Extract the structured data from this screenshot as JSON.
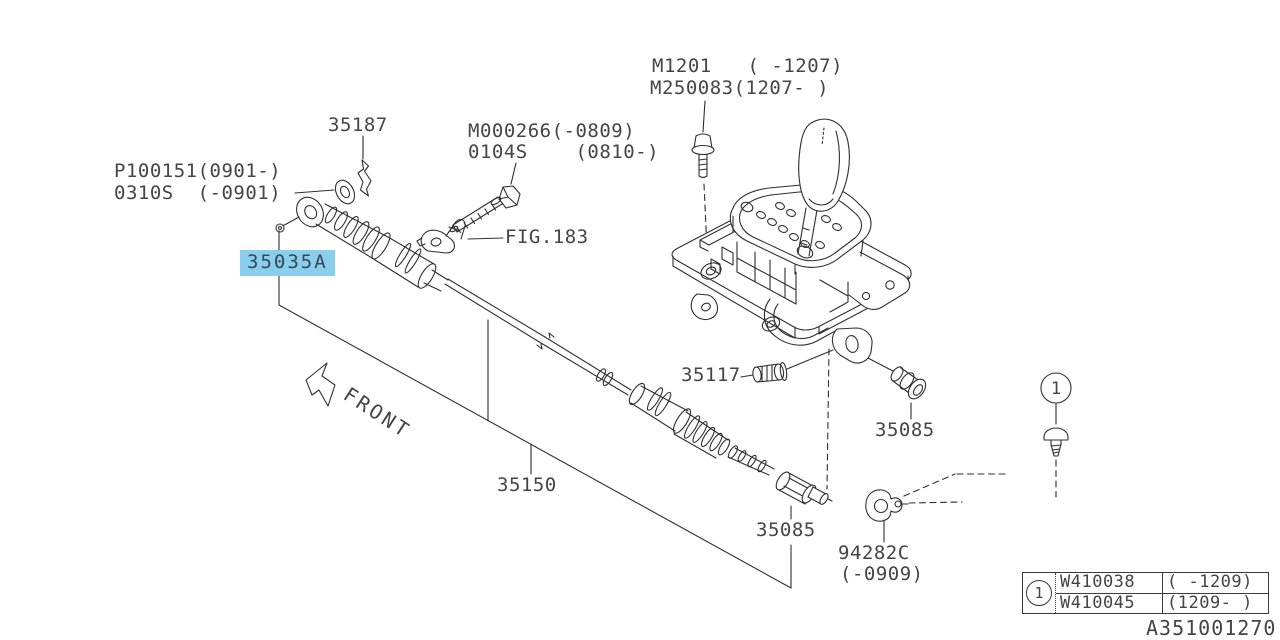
{
  "figure": {
    "code": "A351001270",
    "front_label": "FRONT",
    "legend_ref": "1",
    "callouts": {
      "m1201": "M1201   ( -1207)",
      "m250083": "M250083(1207- )",
      "p35187": "35187",
      "m000266": "M000266(-0809)",
      "p0104s": "0104S    (0810-)",
      "p100151": "P100151(0901-)",
      "p0310s": "0310S  (-0901)",
      "selected": "35035A",
      "fig_ref": "FIG.183",
      "p35117": "35117",
      "p35085_right": "35085",
      "p35150": "35150",
      "p35085_bottom": "35085",
      "p94282c": "94282C",
      "p94282c_range": "(-0909)"
    },
    "legend": {
      "rows": [
        {
          "part": "W410038",
          "range": "( -1209)"
        },
        {
          "part": "W410045",
          "range": "(1209- )"
        }
      ]
    },
    "colors": {
      "line": "#2f2f2f",
      "text": "#454545",
      "highlight_bg": "#8aceef"
    }
  }
}
